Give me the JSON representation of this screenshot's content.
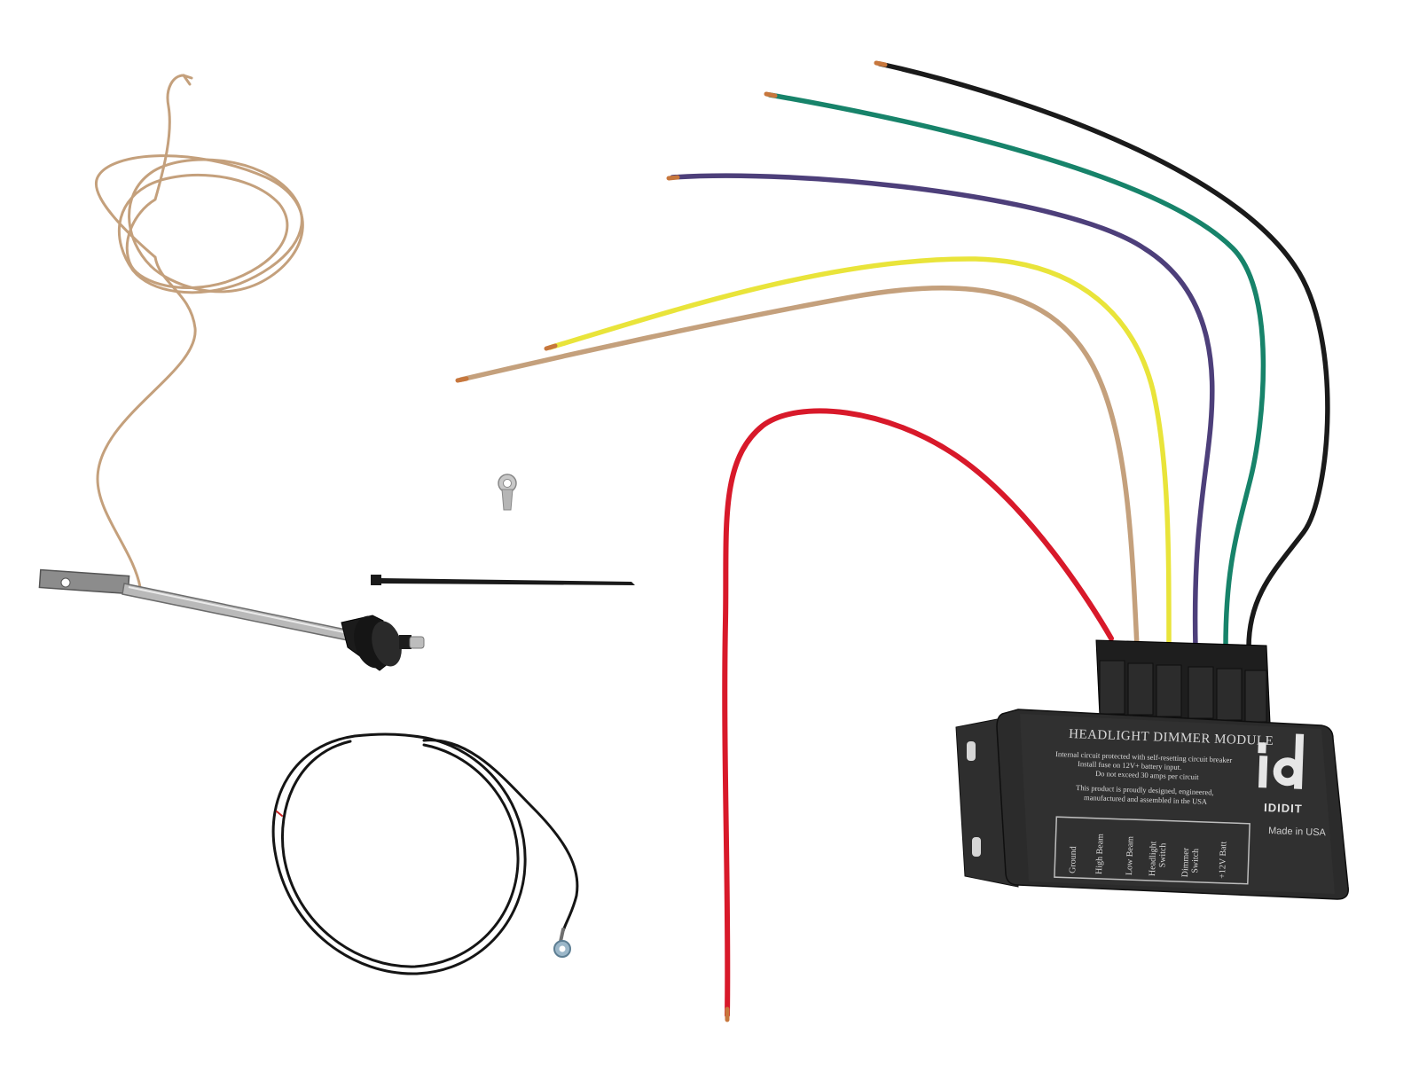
{
  "module": {
    "title": "HEADLIGHT DIMMER MODULE",
    "notice_lines": [
      "Internal circuit protected with self-resetting circuit breaker",
      "Install fuse on 12V+ battery input.",
      "Do not exceed 30 amps per circuit"
    ],
    "pride_lines": [
      "This product is proudly designed, engineered,",
      "manufactured and assembled in the USA"
    ],
    "brand": "IDIDIT",
    "made_in": "Made in USA",
    "terminals": [
      [
        "Ground"
      ],
      [
        "High Beam"
      ],
      [
        "Low Beam"
      ],
      [
        "Headlight",
        "Switch"
      ],
      [
        "Dimmer",
        "Switch"
      ],
      [
        "+12V Batt"
      ]
    ]
  },
  "colors": {
    "background": "#ffffff",
    "wire_red": "#d8192a",
    "wire_tan": "#c4a07c",
    "wire_yellow": "#e9e43a",
    "wire_purple": "#4d3f7a",
    "wire_green": "#17836a",
    "wire_black": "#1a1a1a",
    "module_body": "#2b2b2b"
  }
}
